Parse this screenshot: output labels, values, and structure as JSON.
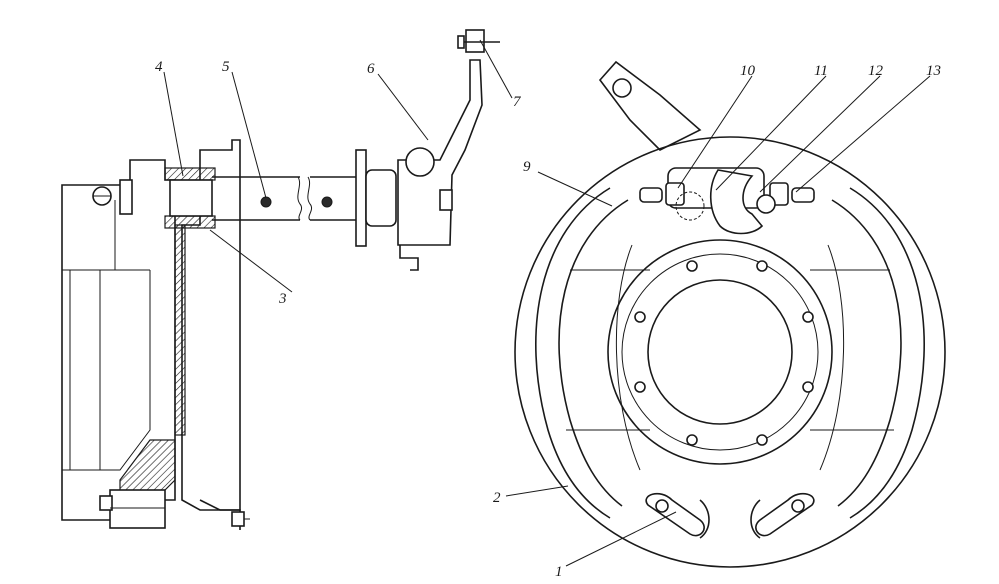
{
  "callouts": [
    {
      "id": "c1",
      "label": "1"
    },
    {
      "id": "c2",
      "label": "2"
    },
    {
      "id": "c3",
      "label": "3"
    },
    {
      "id": "c4",
      "label": "4"
    },
    {
      "id": "c5",
      "label": "5"
    },
    {
      "id": "c6",
      "label": "6"
    },
    {
      "id": "c7",
      "label": "7"
    },
    {
      "id": "c9",
      "label": "9"
    },
    {
      "id": "c10",
      "label": "10"
    },
    {
      "id": "c11",
      "label": "11"
    },
    {
      "id": "c12",
      "label": "12"
    },
    {
      "id": "c13",
      "label": "13"
    }
  ]
}
